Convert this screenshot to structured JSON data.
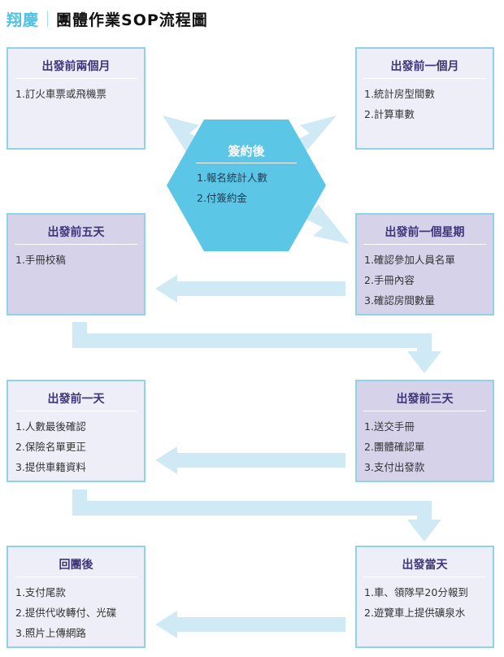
{
  "header": {
    "brand": "翔慶",
    "title": "團體作業SOP流程圖"
  },
  "center": {
    "title": "簽約後",
    "items": [
      "1.報名統計人數",
      "2.付簽約金"
    ]
  },
  "boxes": [
    {
      "title": "出發前兩個月",
      "items": [
        "1.訂火車票或飛機票"
      ]
    },
    {
      "title": "出發前一個月",
      "items": [
        "1.統計房型間數",
        "2.計算車數"
      ]
    },
    {
      "title": "出發前五天",
      "items": [
        "1.手冊校稿"
      ]
    },
    {
      "title": "出發前一個星期",
      "items": [
        "1.確認參加人員名單",
        "2.手冊內容",
        "3.確認房間數量"
      ]
    },
    {
      "title": "出發前一天",
      "items": [
        "1.人數最後確認",
        "2.保險名單更正",
        "3.提供車籍資料"
      ]
    },
    {
      "title": "出發前三天",
      "items": [
        "1.送交手冊",
        "2.團體確認單",
        "3.支付出發款"
      ]
    },
    {
      "title": "回團後",
      "items": [
        "1.支付尾款",
        "2.提供代收轉付、光碟",
        "3.照片上傳網路"
      ]
    },
    {
      "title": "出發當天",
      "items": [
        "1.車、領隊早20分報到",
        "2.遊覽車上提供礦泉水"
      ]
    }
  ],
  "colors": {
    "brand": "#4cc3e6",
    "hexagon": "#5cc6e6",
    "arrow": "#cfeaf5",
    "box_border": "#8fd3ea",
    "box_light": "#eeeef9",
    "box_dark": "#d5d2ea",
    "box_title": "#3d3578"
  }
}
